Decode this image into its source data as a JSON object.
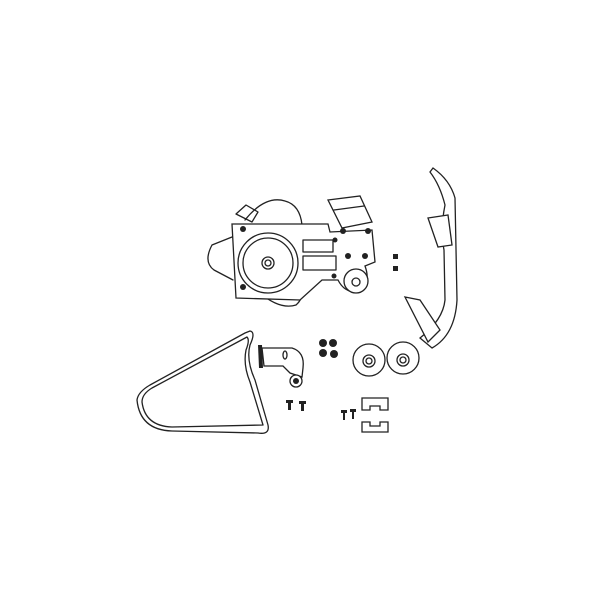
{
  "figure": {
    "kind": "exploded parts view",
    "line_color": "#222222",
    "background": "#ffffff",
    "parts": [
      "main-drive-assembly",
      "curved-cover",
      "drive-belt",
      "tensioner-bracket",
      "nuts",
      "pulleys",
      "screws",
      "clips"
    ]
  }
}
